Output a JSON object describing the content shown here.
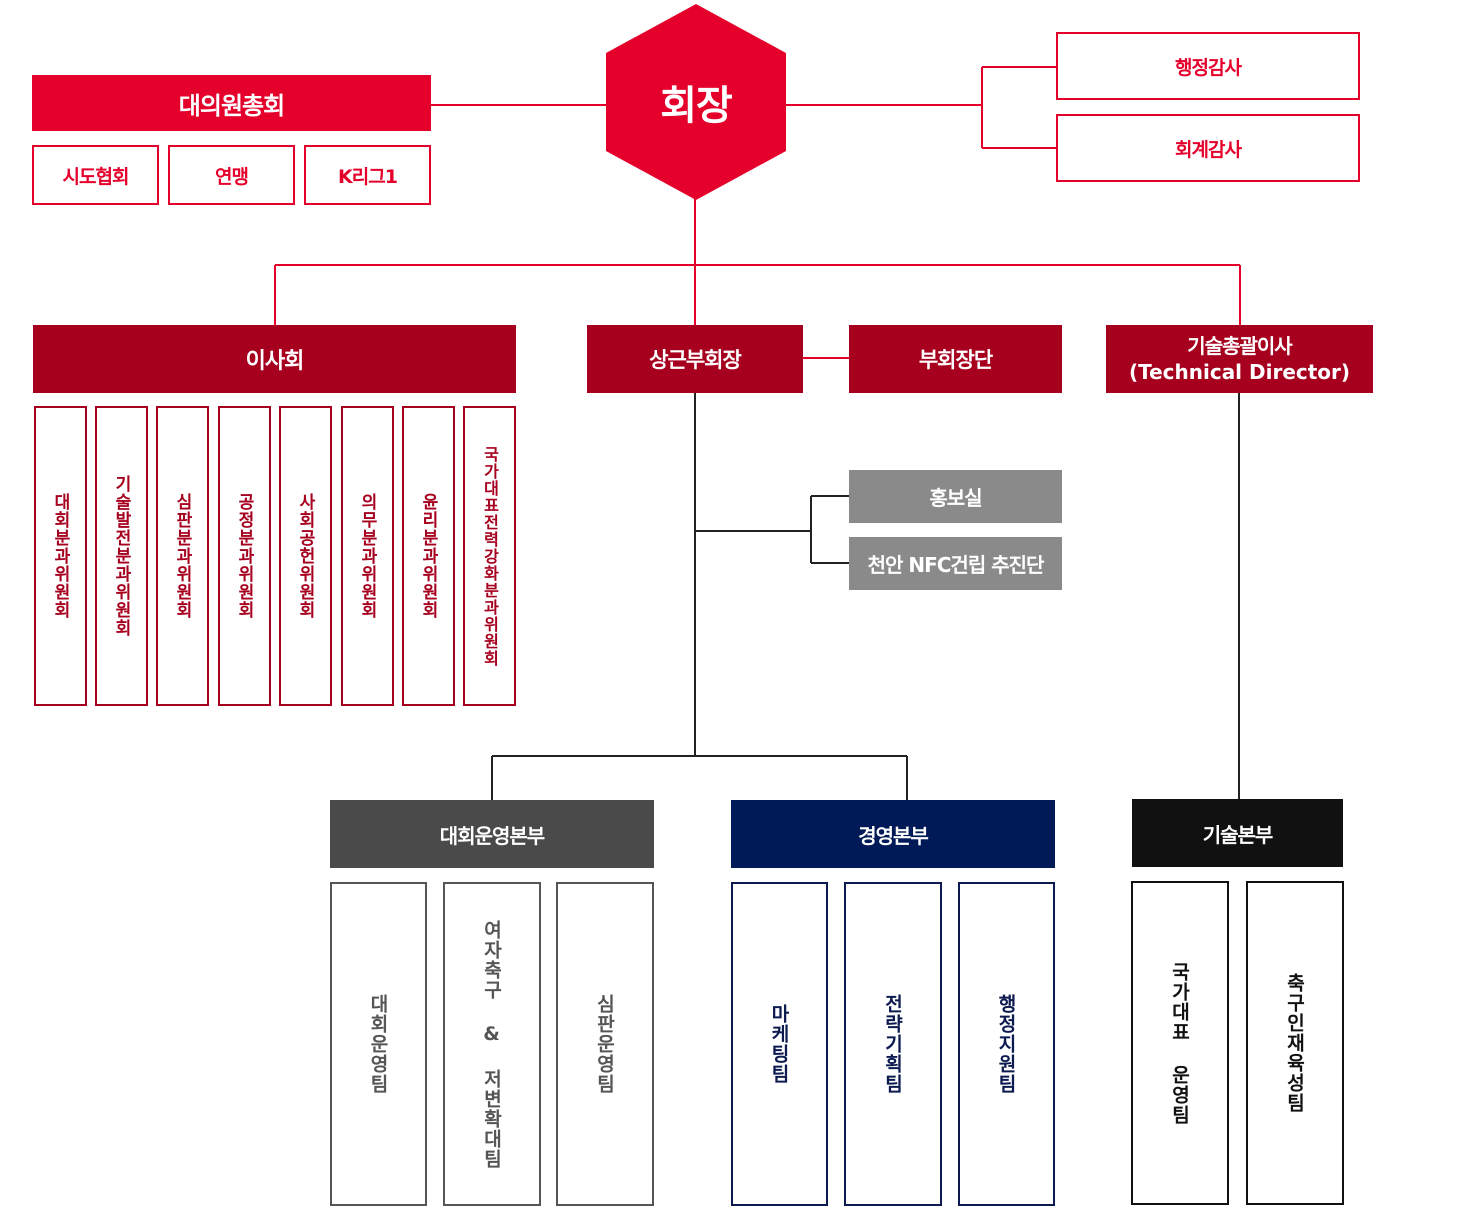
{
  "president": "회장",
  "assembly": {
    "title": "대의원총회",
    "members": [
      "시도협회",
      "연맹",
      "K리그1"
    ]
  },
  "audits": [
    "행정감사",
    "회계감사"
  ],
  "board": {
    "title": "이사회",
    "committees": [
      "대회분과위원회",
      "기술발전분과위원회",
      "심판분과위원회",
      "공정분과위원회",
      "사회공헌위원회",
      "의무분과위원회",
      "윤리분과위원회",
      "국가대표전력강화분과위원회"
    ]
  },
  "vice_president": "상근부회장",
  "vice_presidents_group": "부회장단",
  "technical_director": {
    "line1": "기술총괄이사",
    "line2": "(Technical Director)"
  },
  "offices": [
    "홍보실",
    "천안 NFC건립 추진단"
  ],
  "headquarters": [
    {
      "title": "대회운영본부",
      "color": "#4a4a4a",
      "teams": [
        "대회운영팀",
        "여자축구 & 저변확대팀",
        "심판운영팀"
      ]
    },
    {
      "title": "경영본부",
      "color": "#001a57",
      "teams": [
        "마케팅팀",
        "전략기획팀",
        "행정지원팀"
      ]
    },
    {
      "title": "기술본부",
      "color": "#111111",
      "teams": [
        "국가대표 운영팀",
        "축구인재육성팀"
      ]
    }
  ],
  "colors": {
    "primary_red": "#e4002b",
    "dark_red": "#a6001e",
    "office_gray": "#8a8a8a",
    "line_dark": "#222222"
  }
}
